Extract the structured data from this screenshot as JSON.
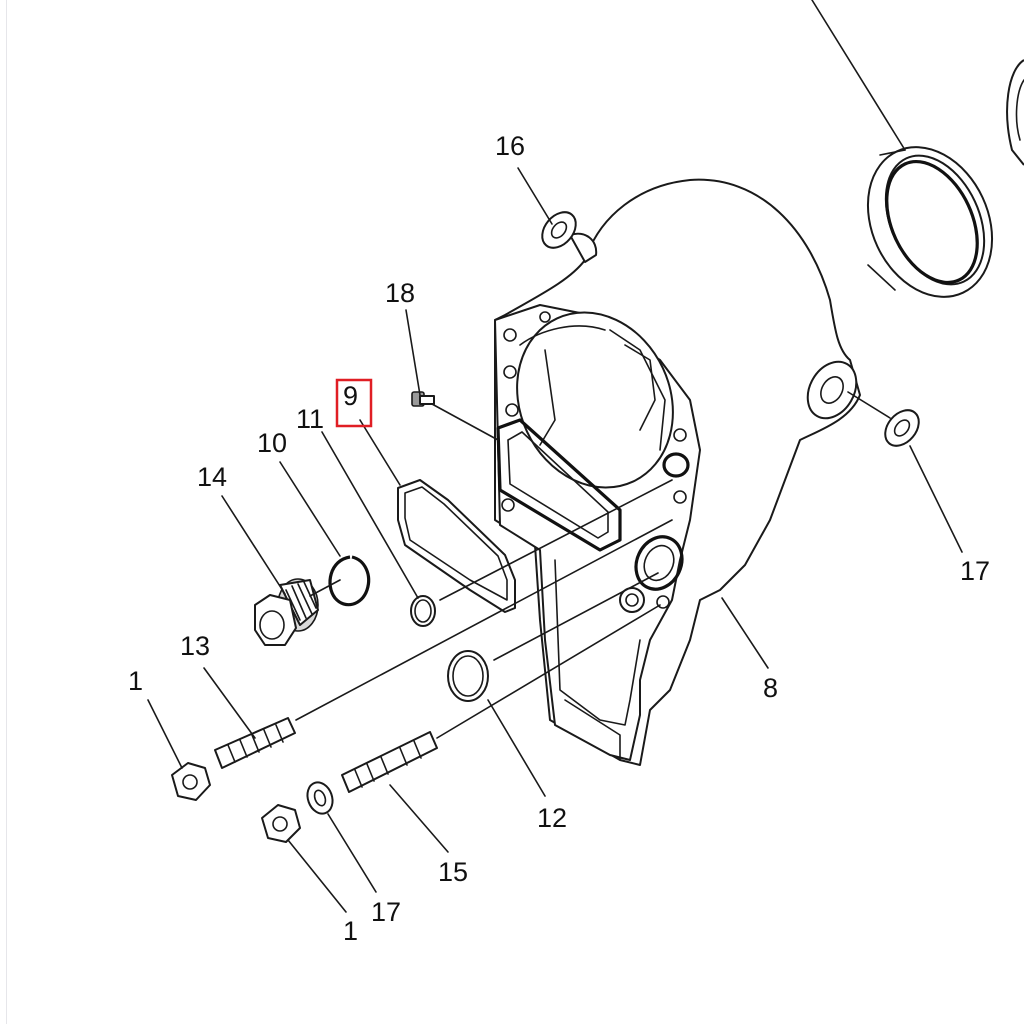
{
  "diagram": {
    "callouts": [
      {
        "id": "c1a",
        "label": "1"
      },
      {
        "id": "c1b",
        "label": "1"
      },
      {
        "id": "c8",
        "label": "8"
      },
      {
        "id": "c9",
        "label": "9",
        "highlighted": true
      },
      {
        "id": "c10",
        "label": "10"
      },
      {
        "id": "c11",
        "label": "11"
      },
      {
        "id": "c12",
        "label": "12"
      },
      {
        "id": "c13",
        "label": "13"
      },
      {
        "id": "c14",
        "label": "14"
      },
      {
        "id": "c15",
        "label": "15"
      },
      {
        "id": "c16",
        "label": "16"
      },
      {
        "id": "c17a",
        "label": "17"
      },
      {
        "id": "c17b",
        "label": "17"
      },
      {
        "id": "c18",
        "label": "18"
      }
    ],
    "highlight_color": "#e01e24"
  }
}
